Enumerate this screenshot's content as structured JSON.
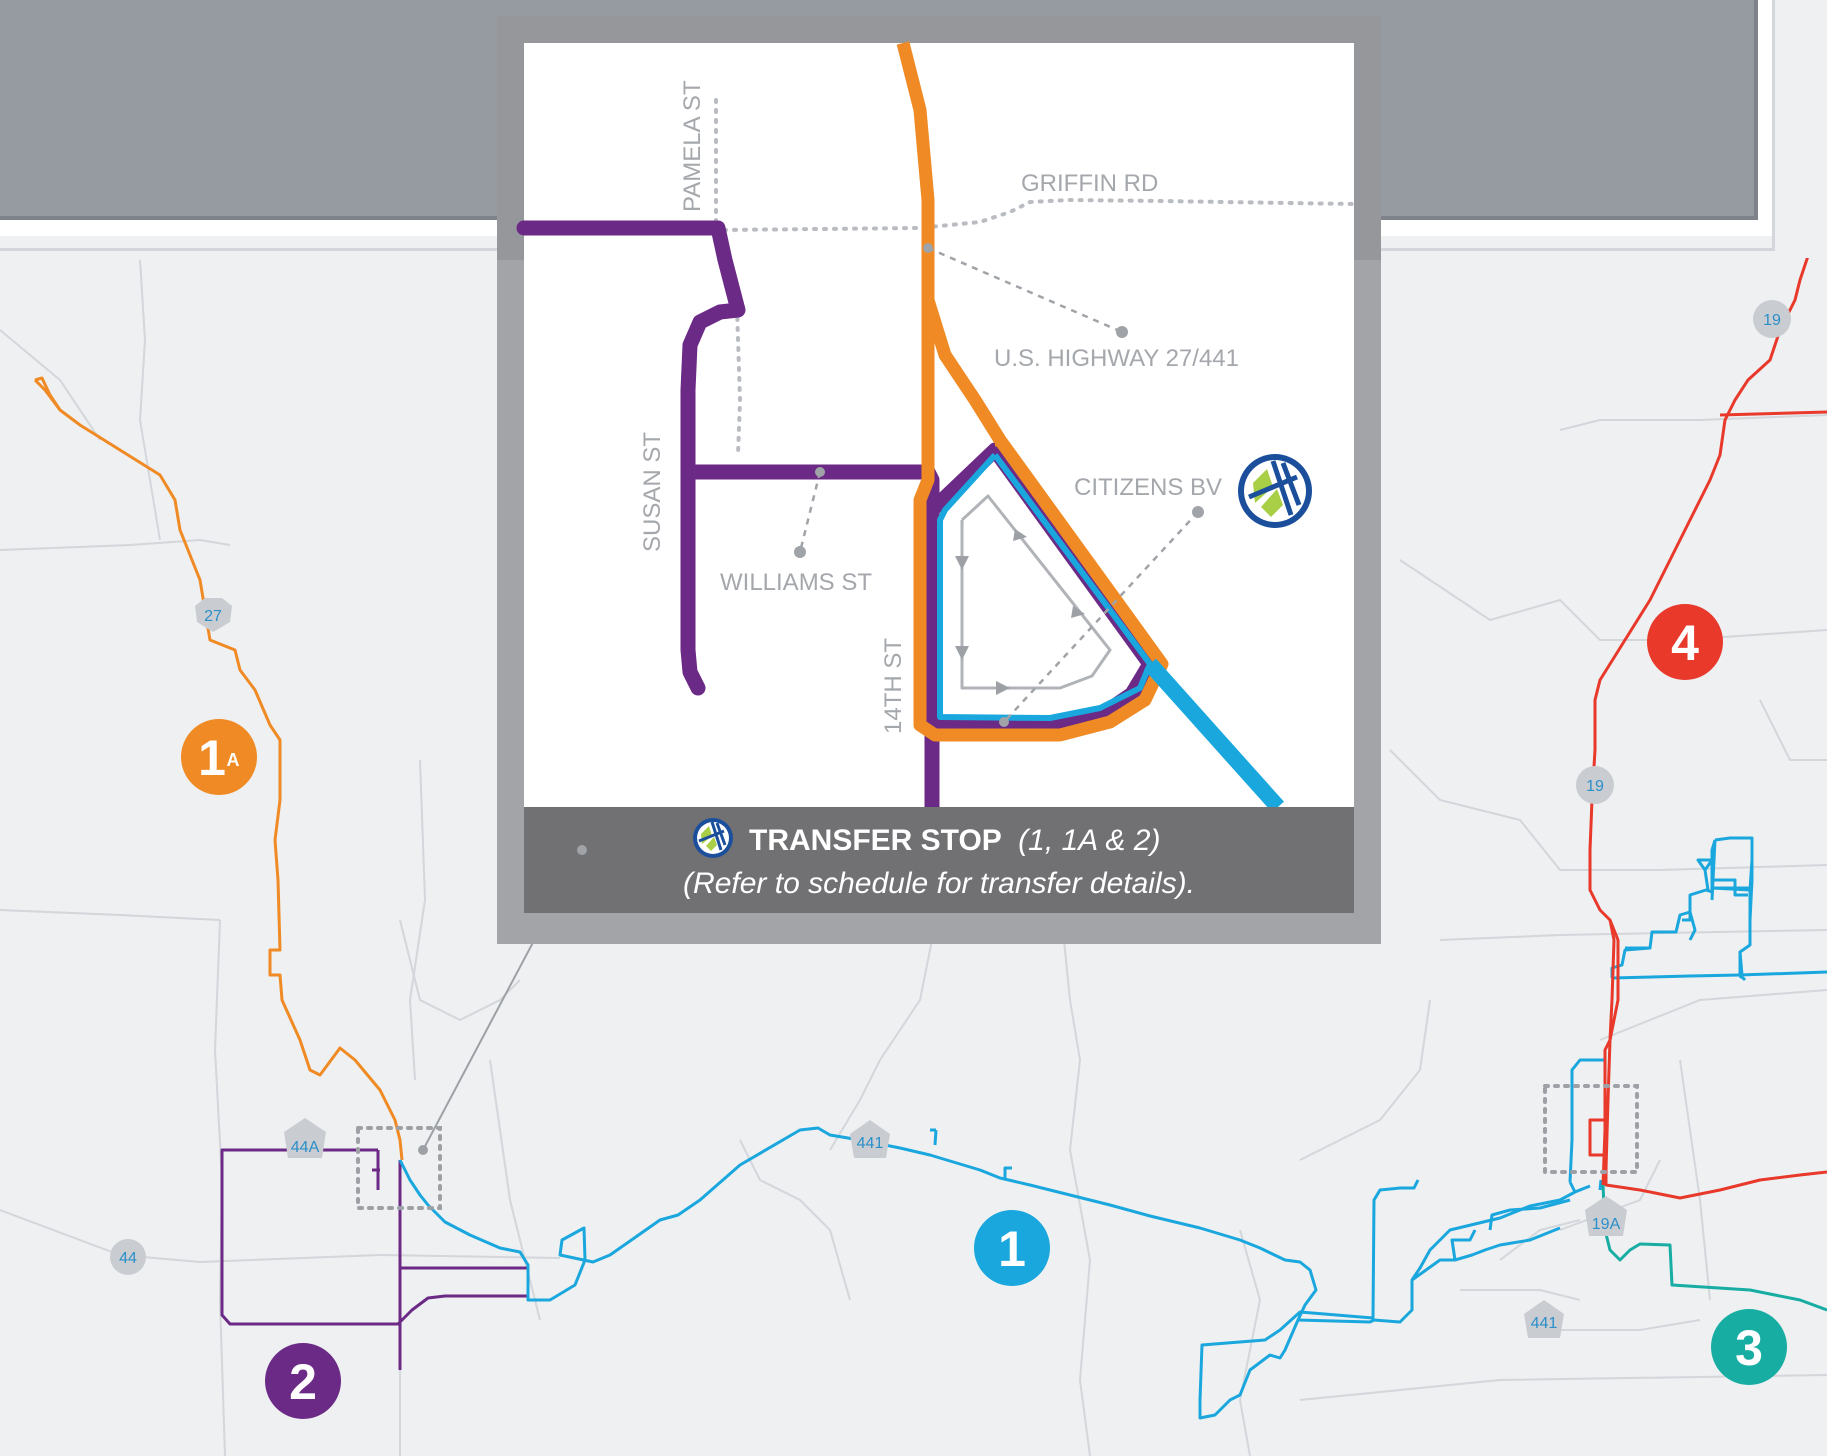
{
  "colors": {
    "route_1": "#1aa7de",
    "route_1a": "#f08a24",
    "route_2": "#6b2a86",
    "route_3": "#17ada3",
    "route_4": "#e8392b",
    "road": "#d3d6da",
    "shield": "#c9ccd0",
    "shield_text": "#2b8fc9",
    "header": "#959ba0",
    "inset_frame": "#a2a4a7",
    "inset_footer": "#717174"
  },
  "routes": [
    {
      "id": "1",
      "number": "1",
      "suffix": ""
    },
    {
      "id": "1a",
      "number": "1",
      "suffix": "A"
    },
    {
      "id": "2",
      "number": "2",
      "suffix": ""
    },
    {
      "id": "3",
      "number": "3",
      "suffix": ""
    },
    {
      "id": "4",
      "number": "4",
      "suffix": ""
    }
  ],
  "shields": {
    "us27": "27",
    "sr44a": "44A",
    "sr44": "44",
    "us441_mid": "441",
    "us441_right": "441",
    "us19_top": "19",
    "us19_mid": "19",
    "sr19a": "19A"
  },
  "inset": {
    "streets": {
      "pamela": "PAMELA ST",
      "griffin": "GRIFFIN RD",
      "highway": "U.S. HIGHWAY 27/441",
      "citizens": "CITIZENS BV",
      "susan": "SUSAN ST",
      "williams": "WILLIAMS ST",
      "fourteenth": "14TH ST"
    },
    "footer": {
      "title": "TRANSFER STOP",
      "routes": "(1, 1A & 2)",
      "note": "(Refer to schedule for transfer details)."
    }
  },
  "icons": [
    "transfer-stop-icon"
  ]
}
